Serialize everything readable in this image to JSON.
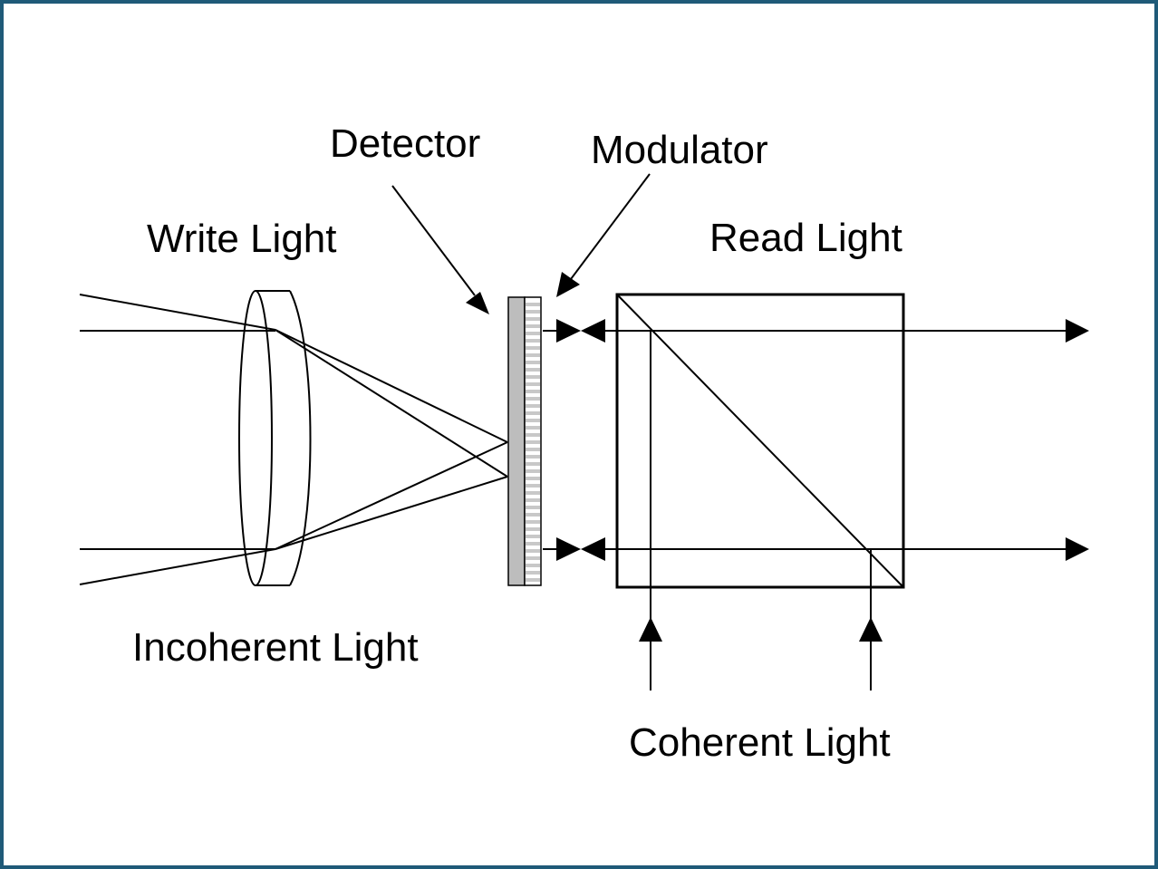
{
  "labels": {
    "detector": "Detector",
    "modulator": "Modulator",
    "write_light": "Write Light",
    "read_light": "Read Light",
    "incoherent_light": "Incoherent Light",
    "coherent_light": "Coherent Light"
  },
  "colors": {
    "border": "#1f5a78",
    "detector_fill": "#bdbdbd",
    "ink": "#000000"
  }
}
